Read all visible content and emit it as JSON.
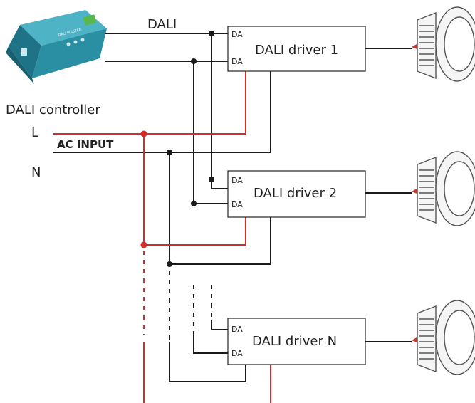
{
  "labels": {
    "dali": "DALI",
    "controller": "DALI controller",
    "line": "L",
    "neutral": "N",
    "ac_input": "AC INPUT",
    "da": "DA"
  },
  "controller_device": {
    "brand_text": "DALI MASTER"
  },
  "drivers": [
    {
      "label": "DALI driver 1"
    },
    {
      "label": "DALI driver 2"
    },
    {
      "label": "DALI driver N"
    }
  ],
  "colors": {
    "live_wire": "#d62b2b",
    "dali_wire": "#1a1a1a",
    "device_body": "#2a8fa3"
  }
}
